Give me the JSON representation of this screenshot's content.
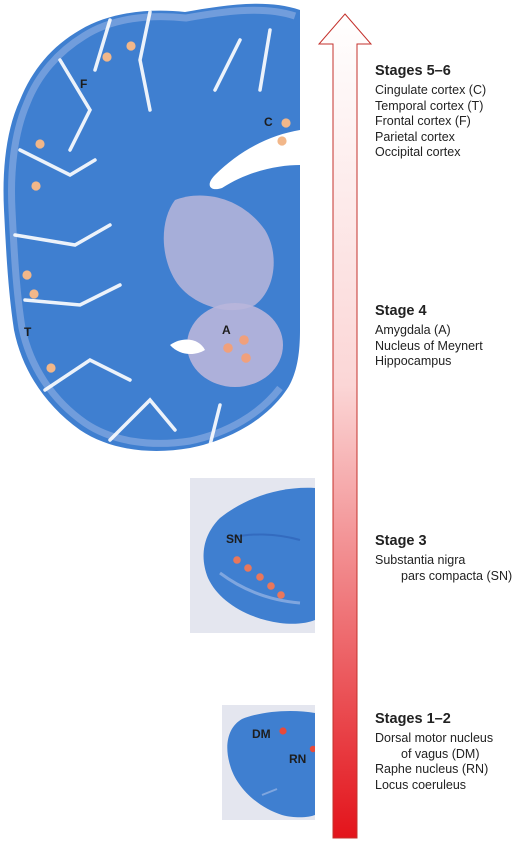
{
  "colors": {
    "tissue_blue": "#3f7fd0",
    "tissue_light": "#9bb7e6",
    "grey_matter": "#b9b6da",
    "dot_peach": "#f2b789",
    "dot_red": "#e84a3a",
    "arrow_top": "#ffffff",
    "arrow_bottom": "#e3141b"
  },
  "region_labels": {
    "f": "F",
    "c": "C",
    "t": "T",
    "a": "A",
    "sn": "SN",
    "dm": "DM",
    "rn": "RN"
  },
  "stages": [
    {
      "title": "Stages 5–6",
      "lines": [
        "Cingulate cortex (C)",
        "Temporal cortex (T)",
        "Frontal cortex (F)",
        "Parietal cortex",
        "Occipital cortex"
      ]
    },
    {
      "title": "Stage 4",
      "lines": [
        "Amygdala (A)",
        "Nucleus of Meynert",
        "Hippocampus"
      ]
    },
    {
      "title": "Stage 3",
      "lines": [
        "Substantia nigra",
        "pars compacta (SN)"
      ]
    },
    {
      "title": "Stages 1–2",
      "lines": [
        "Dorsal motor nucleus",
        "of vagus (DM)",
        "Raphe nucleus (RN)",
        "Locus coeruleus"
      ]
    }
  ]
}
